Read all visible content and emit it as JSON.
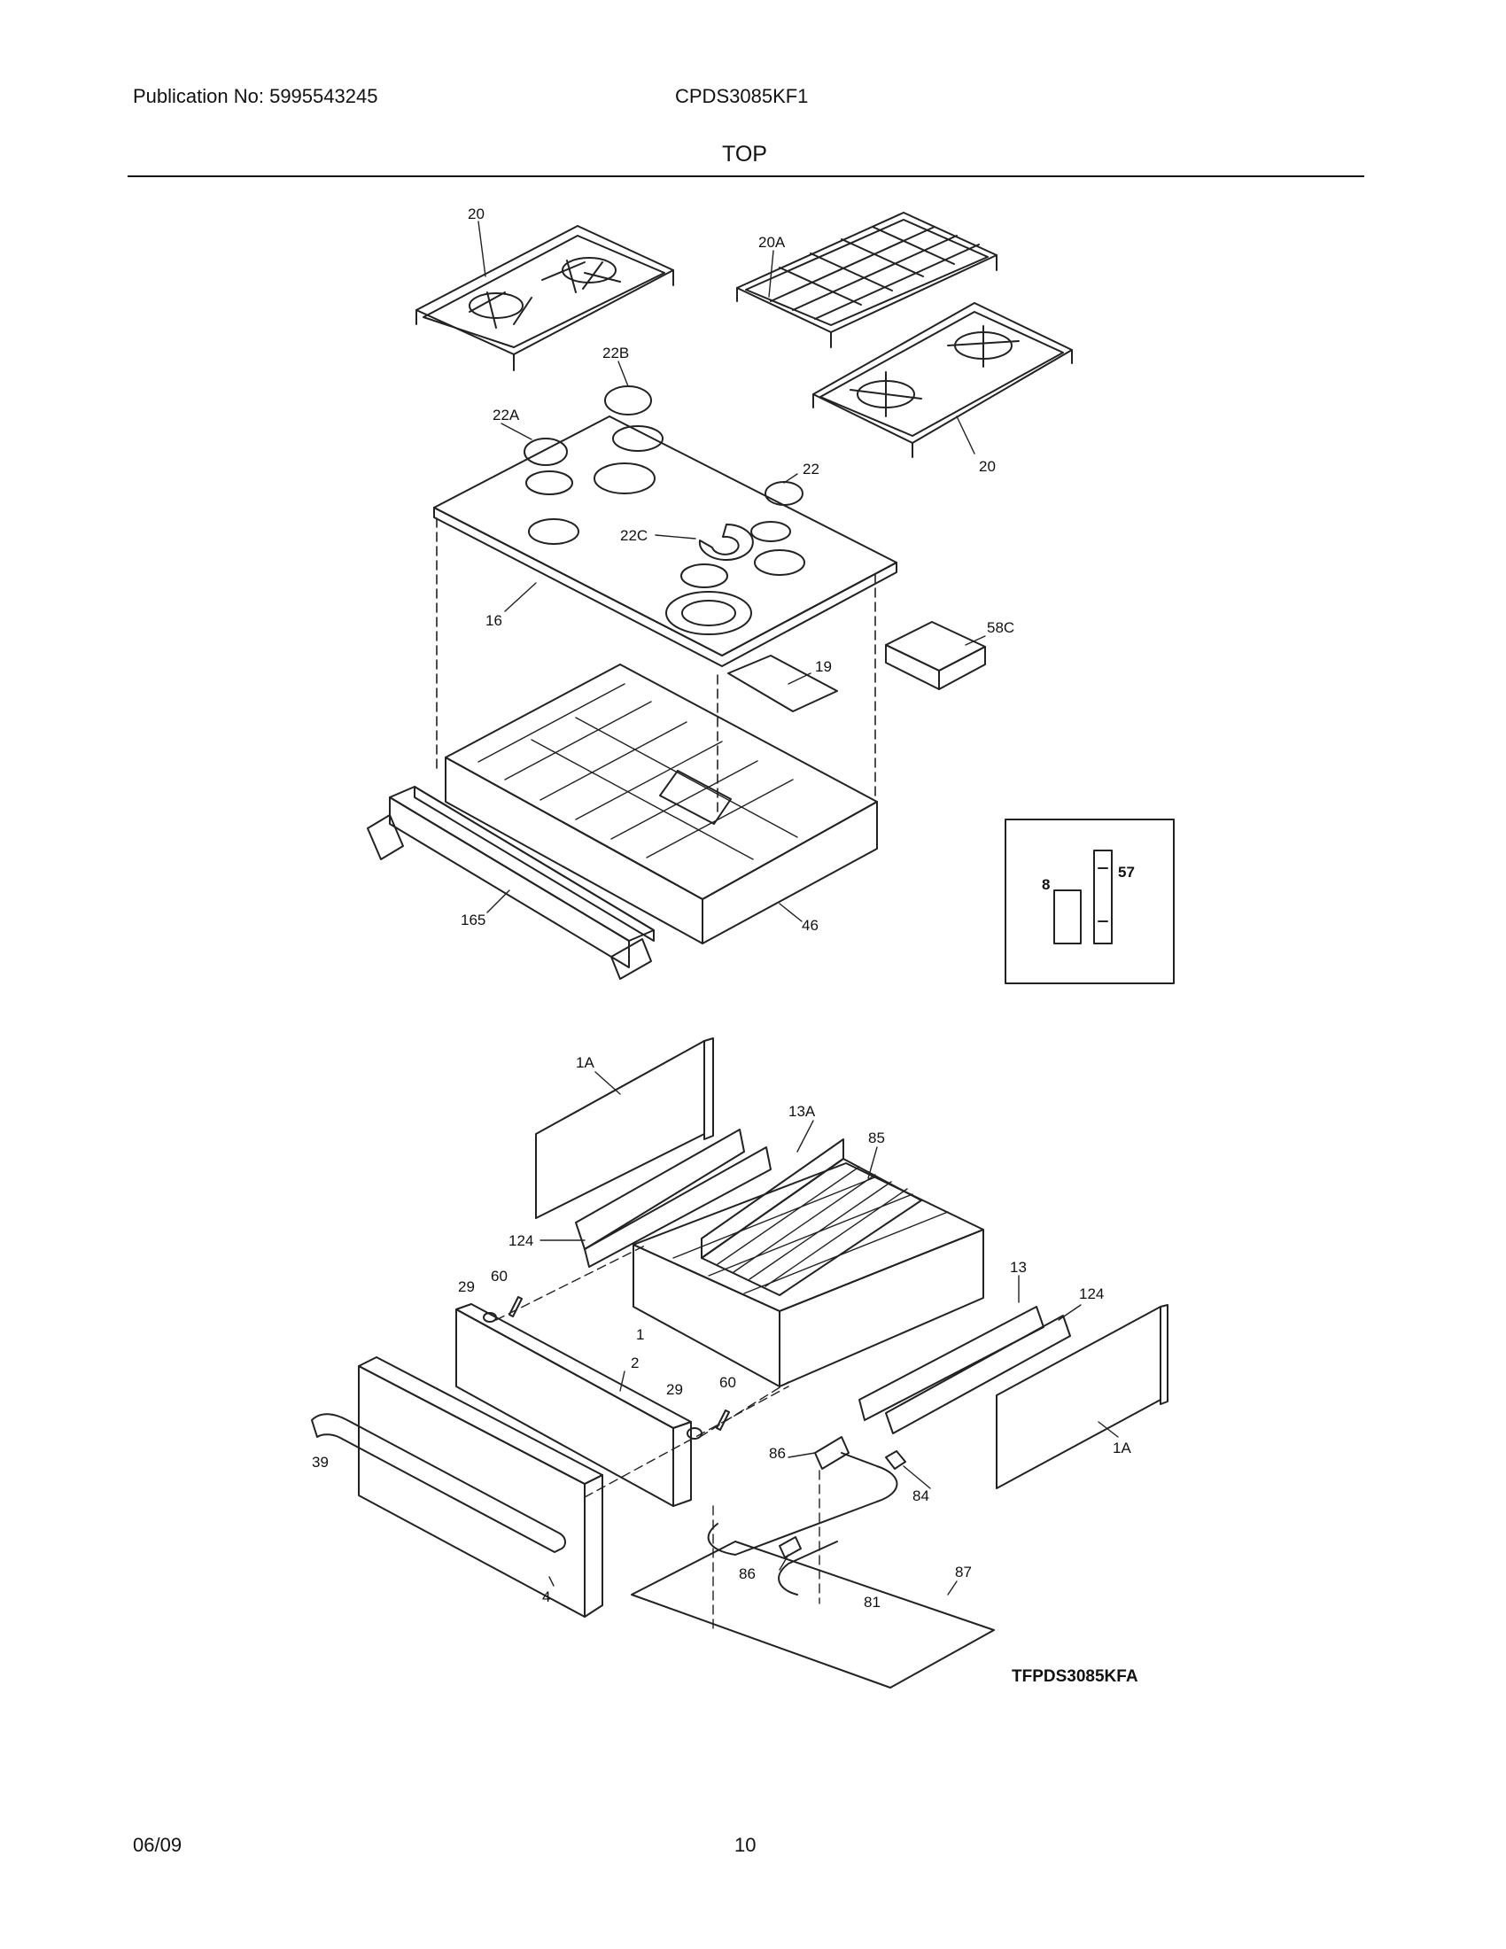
{
  "header": {
    "publication": "Publication No: 5995543245",
    "model": "CPDS3085KF1",
    "section_title": "TOP"
  },
  "footer": {
    "date": "06/09",
    "page_number": "10"
  },
  "diagram": {
    "drawing_code": "TFPDS3085KFA",
    "part_labels": {
      "grate_left": "20",
      "grate_center": "20A",
      "grate_right": "20",
      "cap_22b": "22B",
      "cap_22a": "22A",
      "cap_22": "22",
      "cap_22c": "22C",
      "cooktop": "16",
      "foam_block": "58C",
      "plate": "19",
      "burner_box": "46",
      "front_frame": "165",
      "inset_switch": "8",
      "inset_plate": "57",
      "side_panel_left": "1A",
      "slide_left": "13A",
      "rack": "85",
      "slide_label_left": "124",
      "screw_left": "29",
      "clip_left": "60",
      "drawer_body": "1",
      "slide_right": "13",
      "slide_label_right": "124",
      "drawer_front_inner": "2",
      "screw_right": "29",
      "clip_right": "60",
      "handle": "39",
      "bracket_top": "86",
      "side_panel_right": "1A",
      "sensor": "84",
      "bracket_bottom": "86",
      "bottom_plate": "87",
      "element": "81",
      "drawer_front_outer": "4"
    }
  }
}
